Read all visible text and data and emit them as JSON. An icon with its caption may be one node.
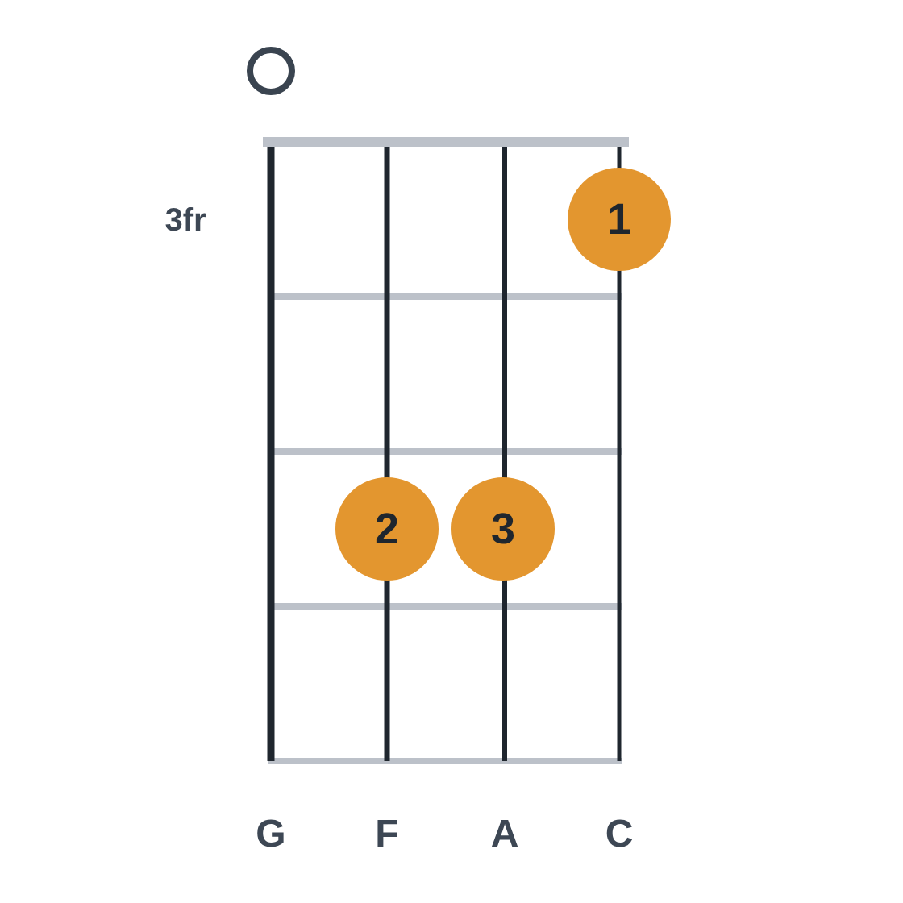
{
  "diagram": {
    "nodes": [
      {
        "text": [],
        "shape": "circle"
      },
      {
        "text": [
          "1"
        ]
      },
      {
        "text": [
          "2"
        ]
      },
      {
        "text": [
          "3"
        ]
      }
    ],
    "labels": [
      "3fr",
      "G",
      "F",
      "A",
      "C"
    ]
  }
}
